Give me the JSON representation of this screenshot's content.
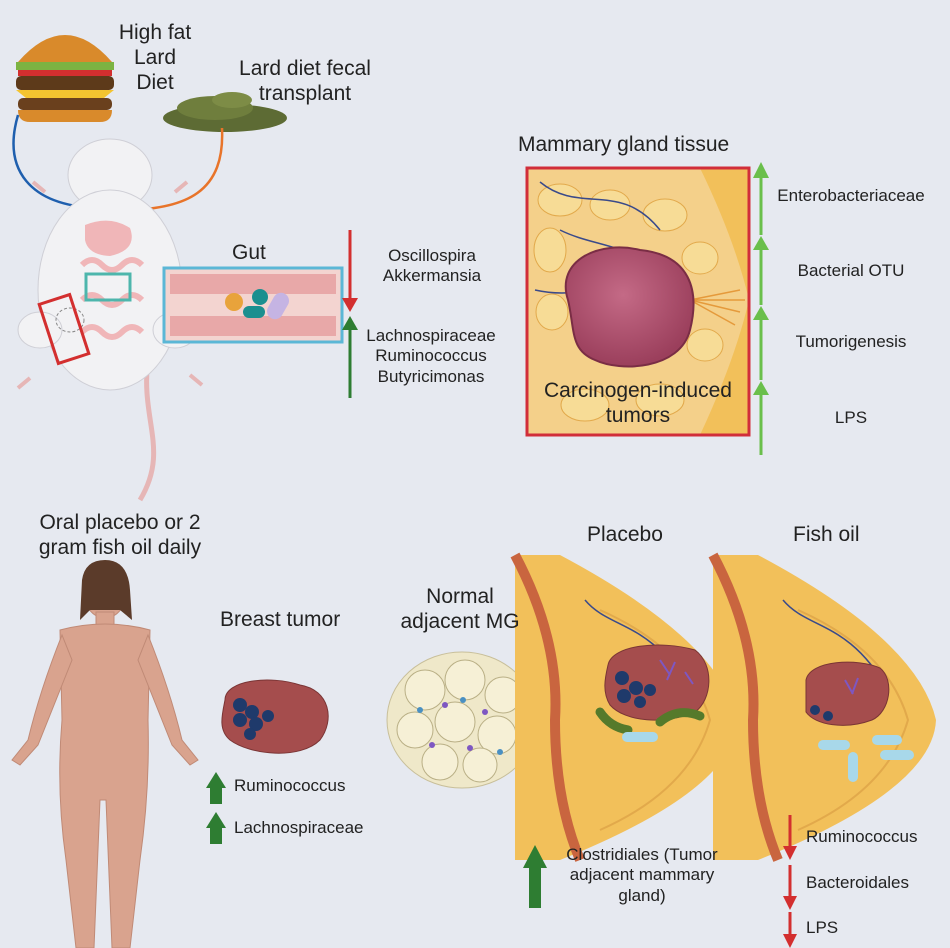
{
  "top_left": {
    "diet_label": [
      "High fat",
      "Lard",
      "Diet"
    ],
    "fecal_label": [
      "Lard diet fecal",
      "transplant"
    ],
    "gut_title": "Gut",
    "gut_down": [
      "Oscillospira",
      "Akkermansia"
    ],
    "gut_up": [
      "Lachnospiraceae",
      "Ruminococcus",
      "Butyricimonas"
    ]
  },
  "mammary": {
    "title": "Mammary gland tissue",
    "tumor_label": [
      "Carcinogen-induced",
      "tumors"
    ],
    "up_items": [
      "Enterobacteriaceae",
      "Bacterial OTU",
      "Tumorigenesis",
      "LPS"
    ]
  },
  "human": {
    "treatment": [
      "Oral placebo or 2",
      "gram fish oil daily"
    ],
    "breast_tumor": "Breast tumor",
    "tumor_up": [
      "Ruminococcus",
      "Lachnospiraceae"
    ],
    "normal_label": [
      "Normal",
      "adjacent MG"
    ],
    "placebo": "Placebo",
    "fish_oil": "Fish oil",
    "placebo_up": [
      "Clostridiales (Tumor",
      "adjacent mammary",
      "gland)"
    ],
    "fish_down": [
      "Ruminococcus",
      "Bacteroidales",
      "LPS"
    ]
  },
  "colors": {
    "up": "#2e7d32",
    "down": "#d32f2f",
    "tumor_box": "#d12e3a",
    "gut_box": "#5bb7d6"
  }
}
